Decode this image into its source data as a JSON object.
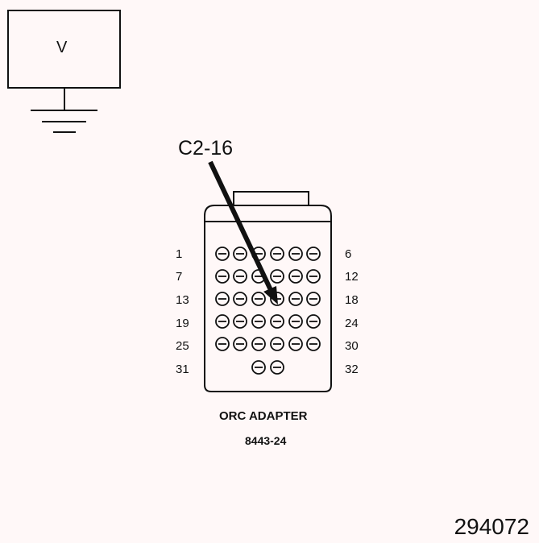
{
  "meter": {
    "symbol": "V"
  },
  "callout": {
    "label": "C2-16"
  },
  "connector": {
    "row_labels_left": [
      "1",
      "7",
      "13",
      "19",
      "25",
      "31"
    ],
    "row_labels_right": [
      "6",
      "12",
      "18",
      "24",
      "30",
      "32"
    ],
    "pins_per_row": [
      6,
      6,
      6,
      6,
      6,
      2
    ],
    "highlighted_pin": 16
  },
  "adapter": {
    "name": "ORC ADAPTER",
    "part_number": "8443-24"
  },
  "figure_number": "294072",
  "colors": {
    "line": "#111111",
    "background": "#fff8f8"
  }
}
